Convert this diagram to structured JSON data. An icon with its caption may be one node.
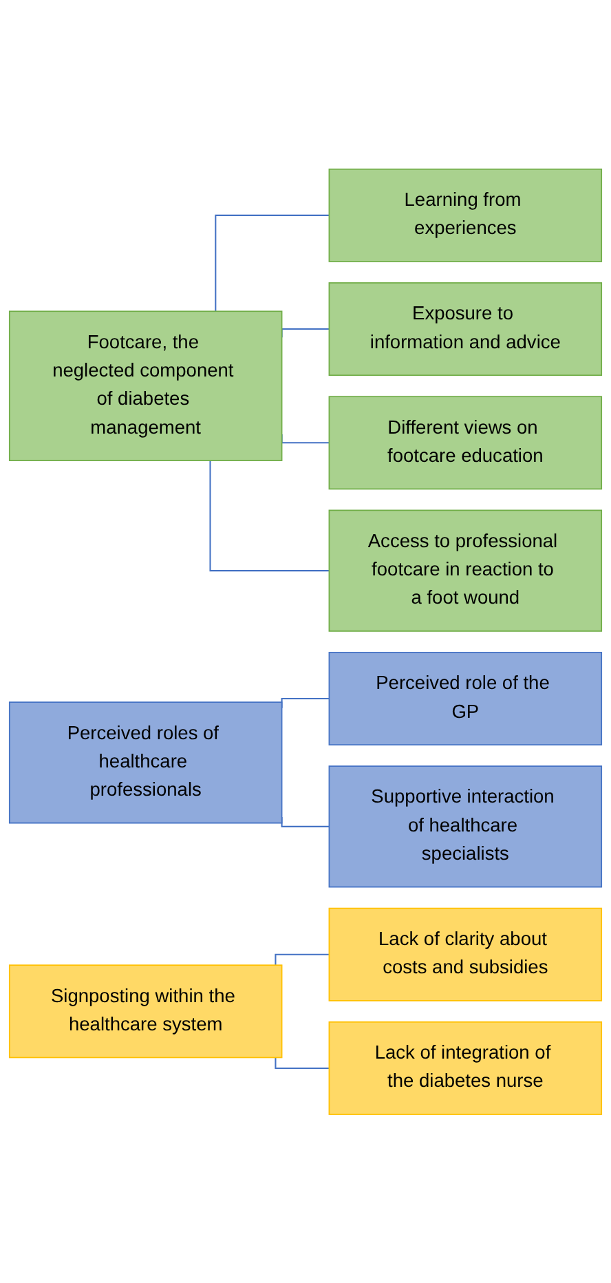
{
  "diagram": {
    "nodes": [
      {
        "text": [
          "Footcare, the neglected component of diabetes management"
        ]
      },
      {
        "text": [
          "Learning from experiences"
        ]
      },
      {
        "text": [
          "Exposure to information and advice"
        ]
      },
      {
        "text": [
          "Different views on footcare education"
        ]
      },
      {
        "text": [
          "Access to professional footcare in reaction to a foot wound"
        ]
      },
      {
        "text": [
          "Perceived roles of healthcare professionals"
        ]
      },
      {
        "text": [
          "Perceived role of the GP"
        ]
      },
      {
        "text": [
          "Supportive interaction of healthcare specialists"
        ]
      },
      {
        "text": [
          "Signposting within the healthcare system"
        ]
      },
      {
        "text": [
          "Lack of clarity about costs and subsidies"
        ]
      },
      {
        "text": [
          "Lack of integration of the diabetes nurse"
        ]
      }
    ],
    "edges": [
      {
        "from": 0,
        "to": 1,
        "arrow": "none"
      },
      {
        "from": 0,
        "to": 2,
        "arrow": "none"
      },
      {
        "from": 0,
        "to": 3,
        "arrow": "none"
      },
      {
        "from": 0,
        "to": 4,
        "arrow": "none"
      },
      {
        "from": 5,
        "to": 6,
        "arrow": "none"
      },
      {
        "from": 5,
        "to": 7,
        "arrow": "none"
      },
      {
        "from": 8,
        "to": 9,
        "arrow": "none"
      },
      {
        "from": 8,
        "to": 10,
        "arrow": "none"
      }
    ]
  }
}
